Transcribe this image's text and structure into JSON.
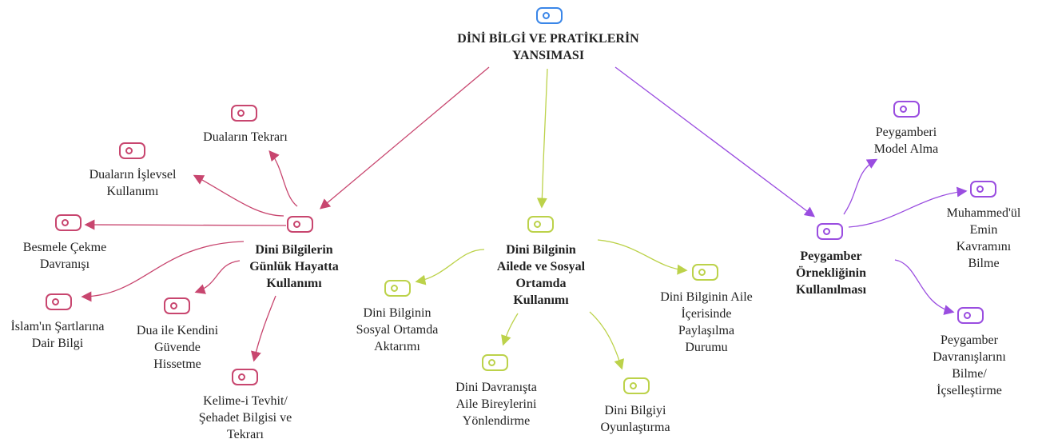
{
  "root": {
    "label": "DİNİ BİLGİ VE PRATİKLERİN\nYANSIMASI"
  },
  "colors": {
    "root": "#3a86e8",
    "branch1": "#c8466f",
    "branch2": "#bcd24a",
    "branch3": "#9a4de0"
  },
  "branch1": {
    "label": "Dini Bilgilerin\nGünlük Hayatta\nKullanımı",
    "children": [
      "Duaların Tekrarı",
      "Duaların İşlevsel\nKullanımı",
      "Besmele Çekme\nDavranışı",
      "İslam'ın Şartlarına\nDair Bilgi",
      "Dua ile Kendini\nGüvende\nHissetme",
      "Kelime-i Tevhit/\nŞehadet Bilgisi ve\nTekrarı"
    ]
  },
  "branch2": {
    "label": "Dini Bilginin\nAilede ve Sosyal\nOrtamda\nKullanımı",
    "children": [
      "Dini Bilginin\nSosyal Ortamda\nAktarımı",
      "Dini Davranışta\nAile Bireylerini\nYönlendirme",
      "Dini Bilgiyi\nOyunlaştırma",
      "Dini Bilginin Aile\nİçerisinde\nPaylaşılma\nDurumu"
    ]
  },
  "branch3": {
    "label": "Peygamber\nÖrnekliğinin\nKullanılması",
    "children": [
      "Peygamberi\nModel Alma",
      "Muhammed'ül\nEmin Kavramını\nBilme",
      "Peygamber\nDavranışlarını\nBilme/\nİçselleştirme"
    ]
  }
}
